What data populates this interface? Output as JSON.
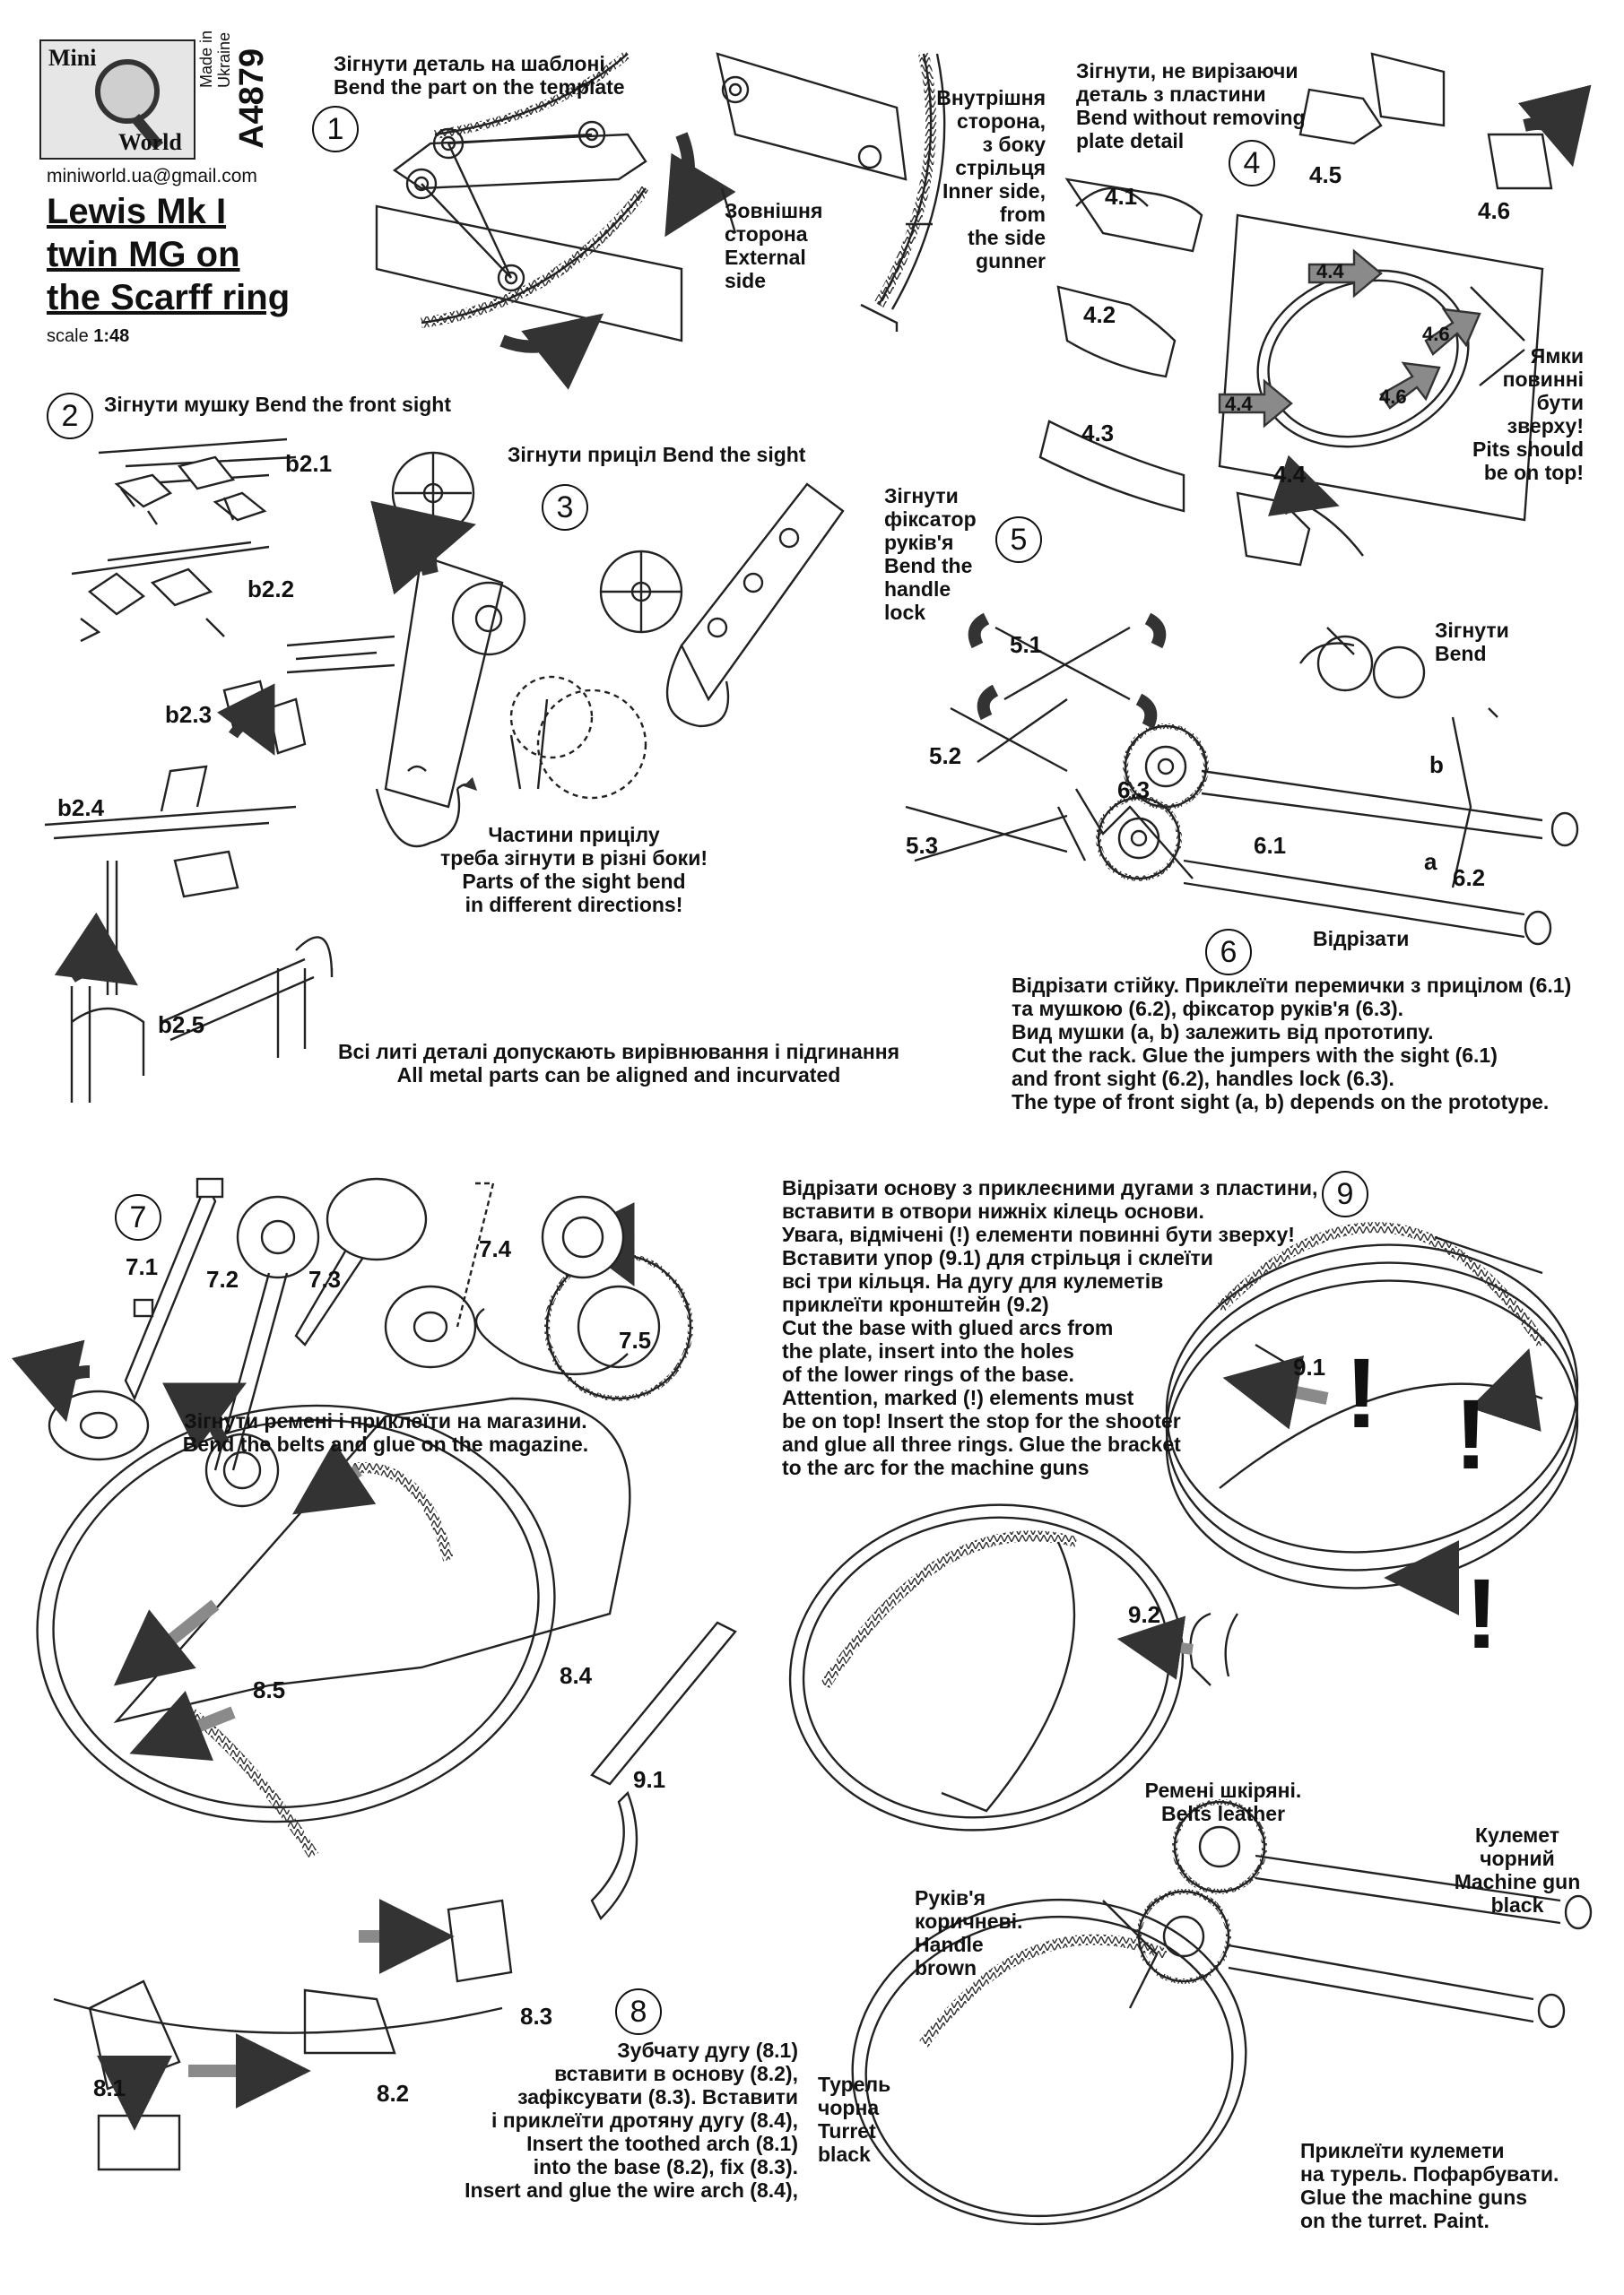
{
  "brand": {
    "mini": "Mini",
    "world": "World",
    "made_in": "Made in\nUkraine",
    "code": "A4879",
    "email": "miniworld.ua@gmail.com"
  },
  "title": {
    "line1": "Lewis Mk I",
    "line2": "twin MG on",
    "line3": "the Scarff ring",
    "scale_prefix": "scale ",
    "scale_value": "1:48"
  },
  "step1": {
    "num": "1",
    "text": "Зігнути деталь на шаблоні\nBend the part on the template",
    "outer": "Зовнішня\nсторона\nExternal\nside",
    "inner": "Внутрішня\nсторона,\nз боку\nстрільця\nInner side,\nfrom\nthe side\ngunner"
  },
  "step2": {
    "num": "2",
    "text": "Зігнути  мушку Bend the front sight",
    "parts": [
      "b2.1",
      "b2.2",
      "b2.3",
      "b2.4",
      "b2.5"
    ]
  },
  "step3": {
    "num": "3",
    "text": "Зігнути приціл Bend the sight",
    "note": "Частини прицілу\nтреба зігнути в різні боки!\nParts of the sight bend\nin different directions!"
  },
  "metal_note": "Всі литі деталі допускають вирівнювання і підгинання\nAll metal parts can be aligned and incurvated",
  "step4": {
    "num": "4",
    "text": "Зігнути, не вирізаючи\nдеталь з пластини\nBend without removing\nplate detail",
    "parts": [
      "4.1",
      "4.2",
      "4.3",
      "4.4",
      "4.5",
      "4.6"
    ],
    "arrow_4_4": "4.4",
    "arrow_4_6": "4.6",
    "pits": "Ямки\nповинні\nбути\nзверху!\nPits should\nbe on top!"
  },
  "step5": {
    "num": "5",
    "text": "Зігнути\nфіксатор\nруків'я\nBend the\nhandle\nlock",
    "parts": [
      "5.1",
      "5.2",
      "5.3"
    ]
  },
  "step6": {
    "num": "6",
    "bend": "Зігнути\nBend",
    "parts": [
      "6.1",
      "6.2",
      "6.3"
    ],
    "a": "a",
    "b": "b",
    "cut": "Відрізати",
    "text": "Відрізати стійку. Приклеїти перемички з прицілом (6.1)\nта мушкою (6.2), фіксатор руків'я (6.3).\nВид мушки (a, b) залежить від прототипу.\nCut the rack. Glue the jumpers with the sight (6.1)\nand front sight (6.2), handles lock (6.3).\nThe type of front sight (a, b) depends on the prototype."
  },
  "step7": {
    "num": "7",
    "parts": [
      "7.1",
      "7.2",
      "7.3",
      "7.4",
      "7.5"
    ],
    "text": "Зігнути ремені і приклеїти на магазини.\nBend the belts and glue on the magazine."
  },
  "step8": {
    "num": "8",
    "parts": [
      "8.1",
      "8.2",
      "8.3",
      "8.4",
      "8.5"
    ],
    "part_9_1": "9.1",
    "text": "Зубчату дугу (8.1)\nвставити в основу (8.2),\nзафіксувати (8.3). Вставити\nі приклеїти дротяну дугу (8.4),\nInsert the toothed arch (8.1)\ninto the base (8.2), fix (8.3).\nInsert and glue the wire arch (8.4),"
  },
  "step9": {
    "num": "9",
    "parts": [
      "9.1",
      "9.2"
    ],
    "text": "Відрізати основу з приклеєними дугами з пластини,\n вставити в отвори нижніх кілець основи.\nУвага, відмічені (!) елементи повинні бути зверху!\nВставити упор (9.1) для стрільця і склеїти\nвсі три кільця. На дугу для кулеметів\nприклеїти кронштейн (9.2)\nCut the base with glued arcs from\nthe plate, insert into the holes\nof the lower rings of the base.\nAttention, marked (!) elements must\nbe on top! Insert the stop for the shooter\nand glue all three rings. Glue the bracket\nto the arc for the machine guns",
    "excl": "!"
  },
  "final": {
    "belts": "Ремені шкіряні.\nBelts leather",
    "mg": "Кулемет\nчорний\nMachine gun\nblack",
    "handle": "Руків'я\nкоричневі.\nHandle\nbrown",
    "turret": "Турель\nчорна\nTurret\nblack",
    "glue": "Приклеїти кулемети\nна турель. Пофарбувати.\nGlue the machine guns\non the turret. Paint."
  },
  "colors": {
    "ink": "#111111",
    "arrow_grey": "#8a8a8a",
    "arrow_dark": "#3a3a3a",
    "logo_bg": "#e6e6e6"
  }
}
